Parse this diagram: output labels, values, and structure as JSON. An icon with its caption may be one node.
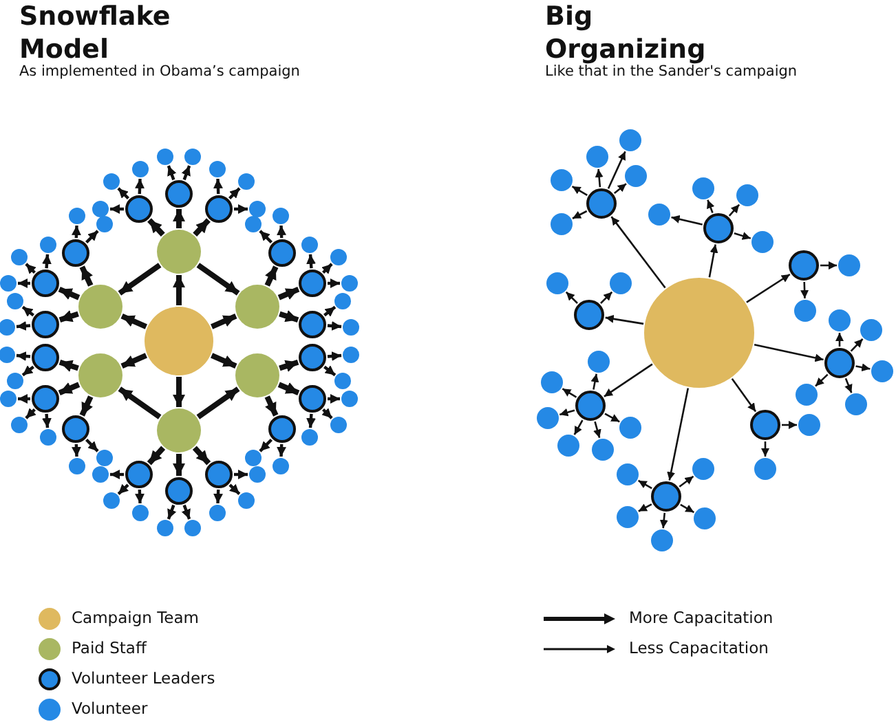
{
  "diagram": {
    "nodes": [
      {
        "text": [],
        "shape": "circle"
      },
      {
        "text": [],
        "shape": "circle"
      },
      {
        "text": [],
        "shape": "circle"
      },
      {
        "text": [],
        "shape": "circle"
      },
      {
        "text": [],
        "shape": "circle"
      },
      {
        "text": [],
        "shape": "circle"
      },
      {
        "text": [],
        "shape": "circle"
      },
      {
        "text": [],
        "shape": "circle"
      },
      {
        "text": [],
        "shape": "circle"
      },
      {
        "text": [],
        "shape": "circle"
      },
      {
        "text": [],
        "shape": "circle"
      },
      {
        "text": [],
        "shape": "circle"
      },
      {
        "text": [],
        "shape": "circle"
      },
      {
        "text": [],
        "shape": "circle"
      },
      {
        "text": [],
        "shape": "circle"
      },
      {
        "text": [],
        "shape": "circle"
      },
      {
        "text": [],
        "shape": "circle"
      },
      {
        "text": [],
        "shape": "circle"
      },
      {
        "text": [],
        "shape": "circle"
      },
      {
        "text": [],
        "shape": "circle"
      },
      {
        "text": [],
        "shape": "circle"
      },
      {
        "text": [],
        "shape": "circle"
      },
      {
        "text": [],
        "shape": "circle"
      },
      {
        "text": [],
        "shape": "circle"
      },
      {
        "text": [],
        "shape": "circle"
      },
      {
        "text": [],
        "shape": "circle"
      },
      {
        "text": [],
        "shape": "circle"
      },
      {
        "text": [],
        "shape": "circle"
      },
      {
        "text": [],
        "shape": "circle"
      },
      {
        "text": [],
        "shape": "circle"
      },
      {
        "text": [],
        "shape": "circle"
      },
      {
        "text": [],
        "shape": "circle"
      },
      {
        "text": [],
        "shape": "circle"
      },
      {
        "text": [],
        "shape": "circle"
      },
      {
        "text": [],
        "shape": "circle"
      },
      {
        "text": [],
        "shape": "circle"
      },
      {
        "text": [],
        "shape": "circle"
      },
      {
        "text": [],
        "shape": "circle"
      },
      {
        "text": [],
        "shape": "circle"
      },
      {
        "text": [],
        "shape": "circle"
      },
      {
        "text": [],
        "shape": "circle"
      },
      {
        "text": [],
        "shape": "circle"
      },
      {
        "text": [],
        "shape": "circle"
      },
      {
        "text": [],
        "shape": "circle"
      },
      {
        "text": [],
        "shape": "circle"
      },
      {
        "text": [],
        "shape": "circle"
      },
      {
        "text": [],
        "shape": "circle"
      },
      {
        "text": [],
        "shape": "circle"
      },
      {
        "text": [],
        "shape": "circle"
      },
      {
        "text": [],
        "shape": "circle"
      },
      {
        "text": [],
        "shape": "circle"
      },
      {
        "text": [],
        "shape": "circle"
      },
      {
        "text": [],
        "shape": "circle"
      },
      {
        "text": [],
        "shape": "circle"
      },
      {
        "text": [],
        "shape": "circle"
      },
      {
        "text": [],
        "shape": "circle"
      },
      {
        "text": [],
        "shape": "circle"
      },
      {
        "text": [],
        "shape": "circle"
      },
      {
        "text": [],
        "shape": "circle"
      },
      {
        "text": [],
        "shape": "circle"
      },
      {
        "text": [],
        "shape": "circle"
      },
      {
        "text": [],
        "shape": "circle"
      },
      {
        "text": [],
        "shape": "circle"
      },
      {
        "text": [],
        "shape": "circle"
      },
      {
        "text": [],
        "shape": "circle"
      },
      {
        "text": [],
        "shape": "circle"
      },
      {
        "text": [],
        "shape": "circle"
      },
      {
        "text": [],
        "shape": "circle"
      },
      {
        "text": [],
        "shape": "circle"
      },
      {
        "text": [],
        "shape": "circle"
      },
      {
        "text": [],
        "shape": "circle"
      },
      {
        "text": [],
        "shape": "circle"
      },
      {
        "text": [],
        "shape": "circle"
      },
      {
        "text": [],
        "shape": "circle"
      },
      {
        "text": [],
        "shape": "circle"
      },
      {
        "text": [],
        "shape": "circle"
      },
      {
        "text": [],
        "shape": "circle"
      },
      {
        "text": [],
        "shape": "circle"
      },
      {
        "text": [],
        "shape": "circle"
      },
      {
        "text": [],
        "shape": "circle"
      },
      {
        "text": [],
        "shape": "circle"
      },
      {
        "text": [],
        "shape": "circle"
      },
      {
        "text": [],
        "shape": "circle"
      },
      {
        "text": [],
        "shape": "circle"
      },
      {
        "text": [],
        "shape": "circle"
      },
      {
        "text": [],
        "shape": "circle"
      },
      {
        "text": [],
        "shape": "circle"
      },
      {
        "text": [],
        "shape": "circle"
      },
      {
        "text": [],
        "shape": "circle"
      },
      {
        "text": [],
        "shape": "circle"
      },
      {
        "text": [],
        "shape": "circle"
      },
      {
        "text": [],
        "shape": "circle"
      },
      {
        "text": [],
        "shape": "circle"
      },
      {
        "text": [],
        "shape": "circle"
      },
      {
        "text": [],
        "shape": "circle"
      },
      {
        "text": [],
        "shape": "circle"
      },
      {
        "text": [],
        "shape": "circle"
      },
      {
        "text": [],
        "shape": "circle"
      },
      {
        "text": [],
        "shape": "circle"
      },
      {
        "text": [],
        "shape": "circle"
      },
      {
        "text": [],
        "shape": "circle"
      },
      {
        "text": [],
        "shape": "circle"
      },
      {
        "text": [],
        "shape": "circle"
      },
      {
        "text": [],
        "shape": "circle"
      },
      {
        "text": [],
        "shape": "circle"
      },
      {
        "text": [],
        "shape": "circle"
      },
      {
        "text": [],
        "shape": "circle"
      },
      {
        "text": [],
        "shape": "circle"
      },
      {
        "text": [],
        "shape": "circle"
      }
    ],
    "edges": [
      {
        "from": 0,
        "to": 1,
        "arrow": "to",
        "style": "thick"
      },
      {
        "from": 0,
        "to": 2,
        "arrow": "to",
        "style": "thick"
      },
      {
        "from": 0,
        "to": 3,
        "arrow": "to",
        "style": "thick"
      },
      {
        "from": 0,
        "to": 4,
        "arrow": "to",
        "style": "thick"
      },
      {
        "from": 0,
        "to": 5,
        "arrow": "to",
        "style": "thick"
      },
      {
        "from": 0,
        "to": 6,
        "arrow": "to",
        "style": "thick"
      },
      {
        "from": 1,
        "to": 2,
        "arrow": "to",
        "style": "thick"
      },
      {
        "from": 1,
        "to": 3,
        "arrow": "to",
        "style": "thick"
      },
      {
        "from": 6,
        "to": 4,
        "arrow": "to",
        "style": "thick"
      },
      {
        "from": 6,
        "to": 5,
        "arrow": "to",
        "style": "thick"
      },
      {
        "from": 1,
        "to": 7,
        "arrow": "to",
        "style": "thick"
      },
      {
        "from": 1,
        "to": 8,
        "arrow": "to",
        "style": "thick"
      },
      {
        "from": 1,
        "to": 9,
        "arrow": "to",
        "style": "thick"
      },
      {
        "from": 2,
        "to": 10,
        "arrow": "to",
        "style": "thick"
      },
      {
        "from": 2,
        "to": 11,
        "arrow": "to",
        "style": "thick"
      },
      {
        "from": 2,
        "to": 12,
        "arrow": "to",
        "style": "thick"
      },
      {
        "from": 3,
        "to": 13,
        "arrow": "to",
        "style": "thick"
      },
      {
        "from": 3,
        "to": 14,
        "arrow": "to",
        "style": "thick"
      },
      {
        "from": 3,
        "to": 15,
        "arrow": "to",
        "style": "thick"
      },
      {
        "from": 4,
        "to": 16,
        "arrow": "to",
        "style": "thick"
      },
      {
        "from": 4,
        "to": 17,
        "arrow": "to",
        "style": "thick"
      },
      {
        "from": 4,
        "to": 18,
        "arrow": "to",
        "style": "thick"
      },
      {
        "from": 5,
        "to": 19,
        "arrow": "to",
        "style": "thick"
      },
      {
        "from": 5,
        "to": 20,
        "arrow": "to",
        "style": "thick"
      },
      {
        "from": 5,
        "to": 21,
        "arrow": "to",
        "style": "thick"
      },
      {
        "from": 6,
        "to": 22,
        "arrow": "to",
        "style": "thick"
      },
      {
        "from": 6,
        "to": 23,
        "arrow": "to",
        "style": "thick"
      },
      {
        "from": 6,
        "to": 24,
        "arrow": "to",
        "style": "thick"
      },
      {
        "from": 7,
        "to": 25,
        "arrow": "to"
      },
      {
        "from": 7,
        "to": 26,
        "arrow": "to"
      },
      {
        "from": 7,
        "to": 27,
        "arrow": "to"
      },
      {
        "from": 8,
        "to": 28,
        "arrow": "to"
      },
      {
        "from": 8,
        "to": 29,
        "arrow": "to"
      },
      {
        "from": 9,
        "to": 30,
        "arrow": "to"
      },
      {
        "from": 9,
        "to": 31,
        "arrow": "to"
      },
      {
        "from": 9,
        "to": 32,
        "arrow": "to"
      },
      {
        "from": 10,
        "to": 33,
        "arrow": "to"
      },
      {
        "from": 10,
        "to": 34,
        "arrow": "to"
      },
      {
        "from": 11,
        "to": 35,
        "arrow": "to"
      },
      {
        "from": 11,
        "to": 36,
        "arrow": "to"
      },
      {
        "from": 11,
        "to": 37,
        "arrow": "to"
      },
      {
        "from": 12,
        "to": 38,
        "arrow": "to"
      },
      {
        "from": 12,
        "to": 39,
        "arrow": "to"
      },
      {
        "from": 13,
        "to": 40,
        "arrow": "to"
      },
      {
        "from": 13,
        "to": 41,
        "arrow": "to"
      },
      {
        "from": 14,
        "to": 42,
        "arrow": "to"
      },
      {
        "from": 14,
        "to": 43,
        "arrow": "to"
      },
      {
        "from": 14,
        "to": 44,
        "arrow": "to"
      },
      {
        "from": 15,
        "to": 45,
        "arrow": "to"
      },
      {
        "from": 15,
        "to": 46,
        "arrow": "to"
      },
      {
        "from": 16,
        "to": 47,
        "arrow": "to"
      },
      {
        "from": 16,
        "to": 48,
        "arrow": "to"
      },
      {
        "from": 17,
        "to": 49,
        "arrow": "to"
      },
      {
        "from": 17,
        "to": 50,
        "arrow": "to"
      },
      {
        "from": 17,
        "to": 51,
        "arrow": "to"
      },
      {
        "from": 18,
        "to": 52,
        "arrow": "to"
      },
      {
        "from": 18,
        "to": 53,
        "arrow": "to"
      },
      {
        "from": 19,
        "to": 54,
        "arrow": "to"
      },
      {
        "from": 19,
        "to": 55,
        "arrow": "to"
      },
      {
        "from": 20,
        "to": 56,
        "arrow": "to"
      },
      {
        "from": 20,
        "to": 57,
        "arrow": "to"
      },
      {
        "from": 20,
        "to": 58,
        "arrow": "to"
      },
      {
        "from": 21,
        "to": 59,
        "arrow": "to"
      },
      {
        "from": 21,
        "to": 60,
        "arrow": "to"
      },
      {
        "from": 22,
        "to": 61,
        "arrow": "to"
      },
      {
        "from": 22,
        "to": 62,
        "arrow": "to"
      },
      {
        "from": 22,
        "to": 63,
        "arrow": "to"
      },
      {
        "from": 23,
        "to": 64,
        "arrow": "to"
      },
      {
        "from": 23,
        "to": 65,
        "arrow": "to"
      },
      {
        "from": 24,
        "to": 66,
        "arrow": "to"
      },
      {
        "from": 24,
        "to": 67,
        "arrow": "to"
      },
      {
        "from": 24,
        "to": 68,
        "arrow": "to"
      },
      {
        "from": 69,
        "to": 70,
        "arrow": "to"
      },
      {
        "from": 69,
        "to": 71,
        "arrow": "to"
      },
      {
        "from": 69,
        "to": 72,
        "arrow": "to"
      },
      {
        "from": 69,
        "to": 73,
        "arrow": "to"
      },
      {
        "from": 69,
        "to": 74,
        "arrow": "to"
      },
      {
        "from": 69,
        "to": 75,
        "arrow": "to"
      },
      {
        "from": 69,
        "to": 76,
        "arrow": "to"
      },
      {
        "from": 69,
        "to": 77,
        "arrow": "to"
      },
      {
        "from": 70,
        "to": 78,
        "arrow": "to"
      },
      {
        "from": 70,
        "to": 79,
        "arrow": "to"
      },
      {
        "from": 70,
        "to": 80,
        "arrow": "to"
      },
      {
        "from": 70,
        "to": 81,
        "arrow": "to"
      },
      {
        "from": 70,
        "to": 82,
        "arrow": "to"
      },
      {
        "from": 71,
        "to": 83,
        "arrow": "to"
      },
      {
        "from": 71,
        "to": 84,
        "arrow": "to"
      },
      {
        "from": 71,
        "to": 85,
        "arrow": "to"
      },
      {
        "from": 71,
        "to": 86,
        "arrow": "to"
      },
      {
        "from": 72,
        "to": 87,
        "arrow": "to"
      },
      {
        "from": 72,
        "to": 88,
        "arrow": "to"
      },
      {
        "from": 73,
        "to": 89,
        "arrow": "to"
      },
      {
        "from": 73,
        "to": 90,
        "arrow": "to"
      },
      {
        "from": 74,
        "to": 91,
        "arrow": "to"
      },
      {
        "from": 74,
        "to": 92,
        "arrow": "to"
      },
      {
        "from": 74,
        "to": 93,
        "arrow": "to"
      },
      {
        "from": 74,
        "to": 94,
        "arrow": "to"
      },
      {
        "from": 74,
        "to": 95,
        "arrow": "to"
      },
      {
        "from": 75,
        "to": 96,
        "arrow": "to"
      },
      {
        "from": 75,
        "to": 97,
        "arrow": "to"
      },
      {
        "from": 75,
        "to": 98,
        "arrow": "to"
      },
      {
        "from": 75,
        "to": 99,
        "arrow": "to"
      },
      {
        "from": 75,
        "to": 100,
        "arrow": "to"
      },
      {
        "from": 75,
        "to": 101,
        "arrow": "to"
      },
      {
        "from": 76,
        "to": 102,
        "arrow": "to"
      },
      {
        "from": 76,
        "to": 103,
        "arrow": "to"
      },
      {
        "from": 77,
        "to": 104,
        "arrow": "to"
      },
      {
        "from": 77,
        "to": 105,
        "arrow": "to"
      },
      {
        "from": 77,
        "to": 106,
        "arrow": "to"
      },
      {
        "from": 77,
        "to": 107,
        "arrow": "to"
      },
      {
        "from": 77,
        "to": 108,
        "arrow": "to"
      }
    ],
    "labels": [
      "Snowflake Model",
      "Big Organizing",
      "As implemented in Obama’s campaign",
      "Like that in the Sander's campaign"
    ],
    "legend": [
      {
        "text": "Campaign Team",
        "color": "#dfb95f"
      },
      {
        "text": "Paid Staff",
        "color": "#a9b762"
      },
      {
        "text": "Volunteer Leaders"
      },
      {
        "text": "Volunteer",
        "color": "#2589e5"
      },
      {
        "text": "More Capacitation"
      },
      {
        "text": "Less Capacitation"
      }
    ]
  }
}
